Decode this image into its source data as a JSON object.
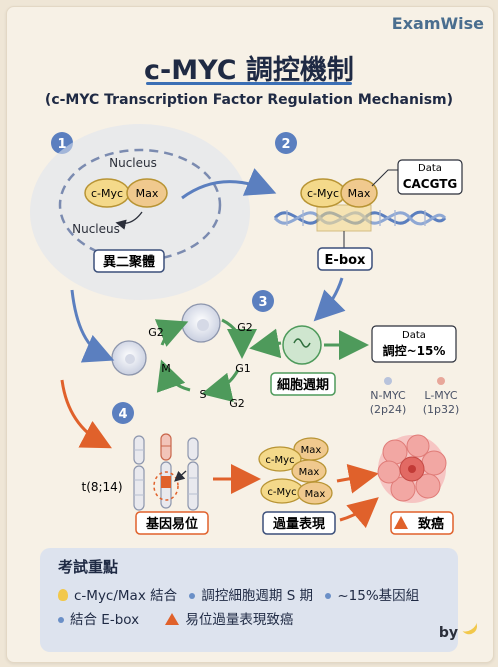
{
  "brand": "ExamWise",
  "title": "c-MYC 調控機制",
  "subtitle": "(c-MYC Transcription Factor Regulation Mechanism)",
  "steps": [
    "1",
    "2",
    "3",
    "4"
  ],
  "step1": {
    "nucleus_top": "Nucleus",
    "nucleus_bottom": "Nucleus",
    "cmyc": "c-Myc",
    "max": "Max",
    "caption": "異二聚體"
  },
  "step2": {
    "cmyc": "c-Myc",
    "max": "Max",
    "data_label": "Data",
    "data_value": "CACGTG",
    "caption": "E-box"
  },
  "step3": {
    "g2_left": "G2",
    "g2_right": "G2",
    "m": "M",
    "g1": "G1",
    "s": "S",
    "g2_bottom": "G2",
    "caption": "細胞週期",
    "data_label": "Data",
    "data_value": "調控~15%"
  },
  "step4": {
    "translocation": "t(8;14)",
    "caption_translocation": "基因易位",
    "caption_overexpression": "過量表現",
    "caption_cancer": "致癌",
    "cmyc": "c-Myc",
    "max": "Max"
  },
  "nmyc": {
    "name": "N-MYC",
    "loc": "(2p24)"
  },
  "lmyc": {
    "name": "L-MYC",
    "loc": "(1p32)"
  },
  "key_points": {
    "title": "考試重點",
    "row1": [
      "c-Myc/Max 結合",
      "調控細胞週期 S 期",
      "~15%基因組"
    ],
    "row2": [
      "結合 E-box",
      "易位過量表現致癌"
    ]
  },
  "byline": "by",
  "colors": {
    "accent_blue": "#3b6fb5",
    "cmyc_fill": "#f4d98a",
    "green": "#4e9a5b",
    "orange": "#e0612b"
  }
}
